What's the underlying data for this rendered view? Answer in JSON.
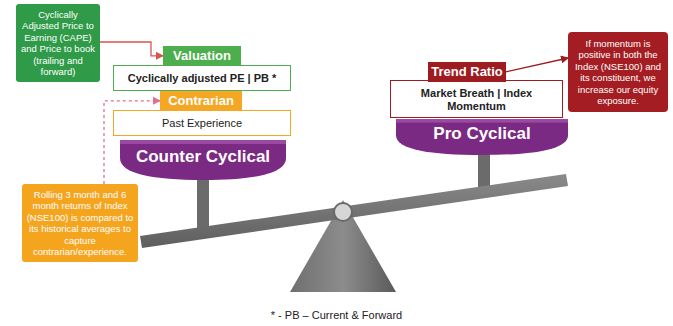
{
  "diagram": {
    "caption": "* - PB – Current & Forward",
    "nodes": [
      {
        "text": [
          "Cyclically Adjusted Price to Earning (CAPE) and Price to book (trailing and forward)"
        ]
      },
      {
        "text": [
          "Valuation"
        ]
      },
      {
        "text": [
          "Cyclically adjusted PE | PB *"
        ]
      },
      {
        "text": [
          "Contrarian"
        ]
      },
      {
        "text": [
          "Past Experience"
        ]
      },
      {
        "text": [
          "Counter Cyclical"
        ]
      },
      {
        "text": [
          "Rolling 3 month and 6 month returns of Index (NSE100) is compared to its historical averages to capture contrarian/experience."
        ]
      },
      {
        "text": [
          "Trend Ratio"
        ]
      },
      {
        "text": [
          "Market Breath | Index Momentum"
        ]
      },
      {
        "text": [
          "Pro Cyclical"
        ]
      },
      {
        "text": [
          "If momentum is positive in both the Index (NSE100) and its constituent, we increase our equity exposure."
        ]
      }
    ],
    "edges": [
      {
        "from": 0,
        "to": 1,
        "arrow": "to"
      },
      {
        "from": 6,
        "to": 3,
        "arrow": "to"
      },
      {
        "from": 7,
        "to": 10,
        "arrow": "to"
      }
    ]
  }
}
